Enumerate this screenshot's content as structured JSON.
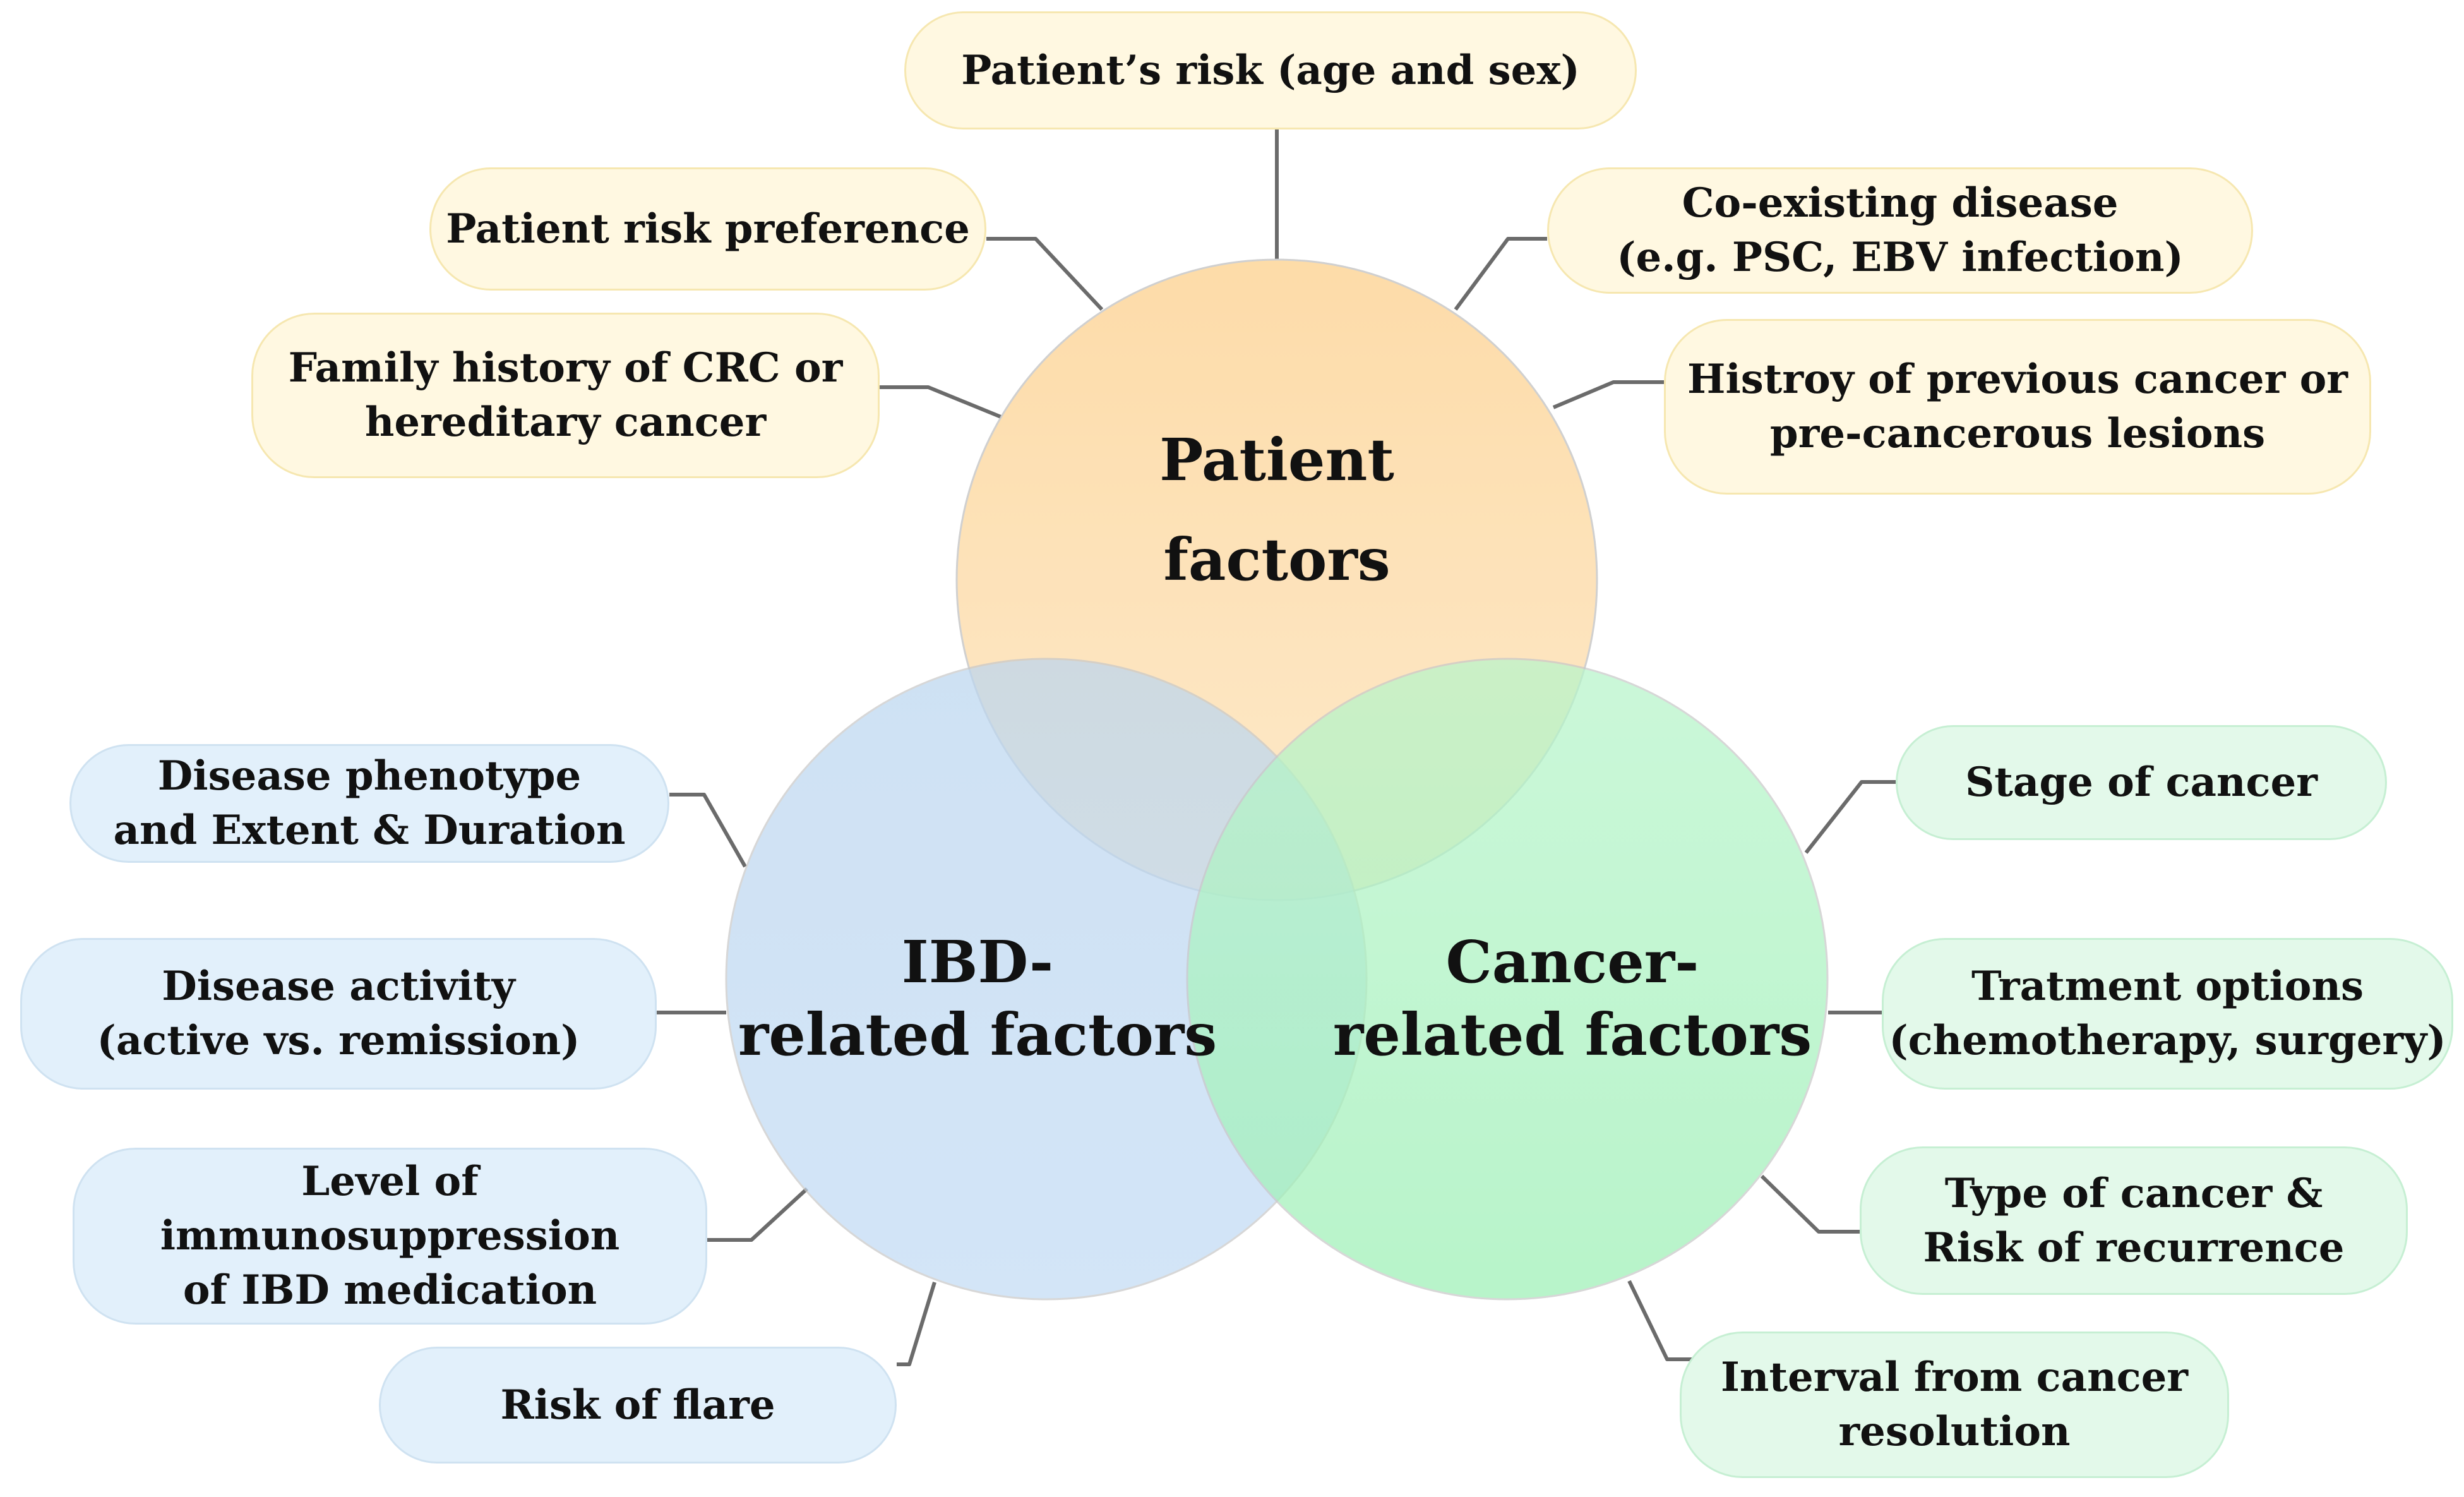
{
  "circles": {
    "patient": {
      "line1": "Patient",
      "line2": "factors",
      "color": "#fcd69e"
    },
    "ibd": {
      "line1": "IBD-",
      "line2": "related factors",
      "color": "#b3d3f0"
    },
    "cancer": {
      "line1": "Cancer-",
      "line2": "related factors",
      "color": "#93f2ad"
    }
  },
  "boxes": {
    "patient_risk": "Patient’s risk (age and sex)",
    "risk_preference": "Patient risk preference",
    "family_history": "Family history of CRC or\nhereditary cancer",
    "coexisting_disease": "Co-existing disease\n(e.g. PSC, EBV infection)",
    "history_previous": "Histroy of previous cancer or\npre-cancerous lesions",
    "disease_phenotype": "Disease phenotype\nand Extent & Duration",
    "disease_activity": "Disease activity\n(active vs. remission)",
    "immunosuppression": "Level of\nimmunosuppression\nof IBD medication",
    "risk_flare": "Risk of flare",
    "stage_cancer": "Stage of cancer",
    "treatment_options": "Tratment options\n(chemotherapy, surgery)",
    "type_cancer": "Type of cancer &\nRisk of recurrence",
    "interval_resolution": "Interval from cancer\nresolution"
  },
  "colors": {
    "yellow_box": "#fff8e1",
    "blue_box": "#e2f0fb",
    "green_box": "#e3f9ea",
    "connector": "#6b6b6b"
  }
}
